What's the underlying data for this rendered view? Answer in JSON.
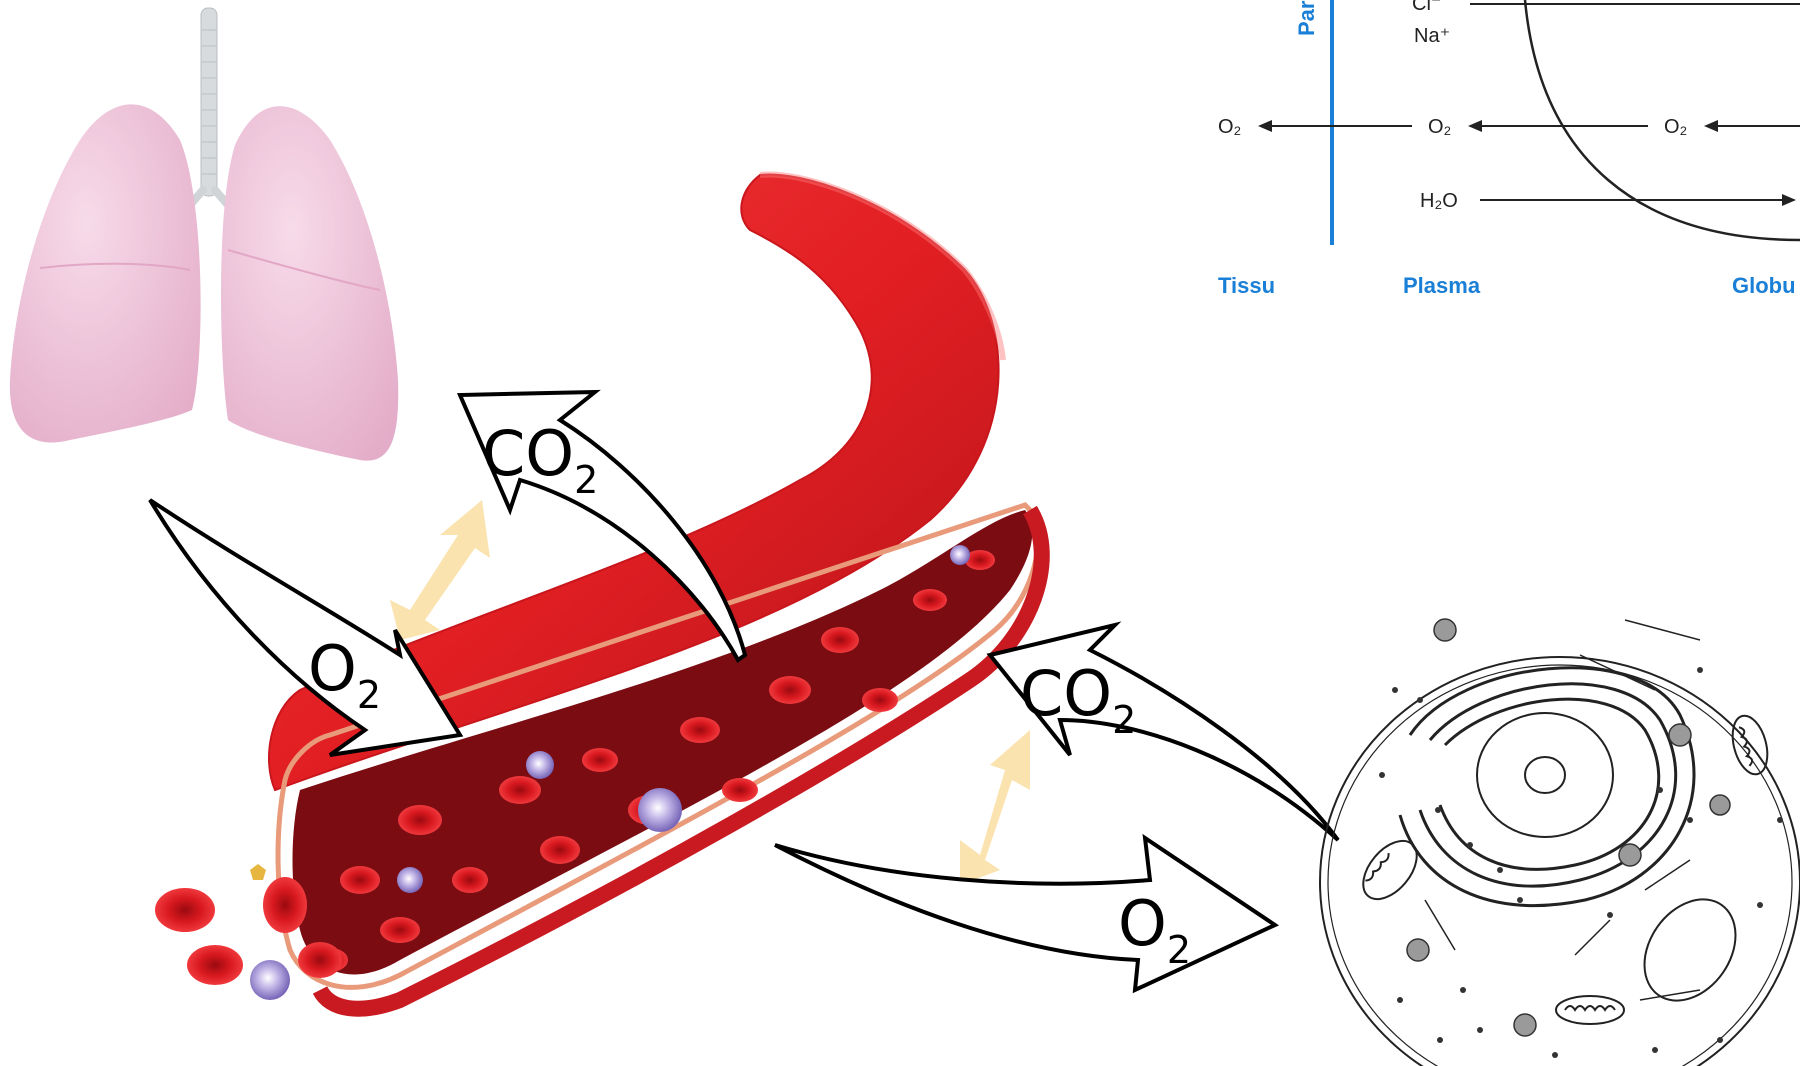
{
  "colors": {
    "vessel": "#e21f23",
    "vessel_dark": "#9e0f14",
    "lumen": "#6e0b10",
    "lung": "#f2c9dd",
    "lung_shade": "#e3a9c6",
    "trachea": "#d9dde0",
    "exchange_arrow": "#f9dea0",
    "diagram_blue": "#1a7fd6",
    "outline": "#000000"
  },
  "labels": {
    "co2_top": {
      "main": "CO",
      "sub": "2"
    },
    "o2_left": {
      "main": "O",
      "sub": "2"
    },
    "co2_right": {
      "main": "CO",
      "sub": "2"
    },
    "o2_right": {
      "main": "O",
      "sub": "2"
    }
  },
  "inset": {
    "partial_label": "Par",
    "rows": [
      {
        "text": "Cl⁻"
      },
      {
        "text": "Na⁺"
      }
    ],
    "o2_row": [
      "O₂",
      "O₂",
      "O₂"
    ],
    "h2o": "H₂O",
    "columns": [
      "Tissu",
      "Plasma",
      "Globu"
    ]
  },
  "icons": [
    "lungs-icon",
    "blood-vessel-icon",
    "red-blood-cell-icon",
    "animal-cell-icon",
    "mitochondrion-icon",
    "exchange-arrow-icon"
  ]
}
